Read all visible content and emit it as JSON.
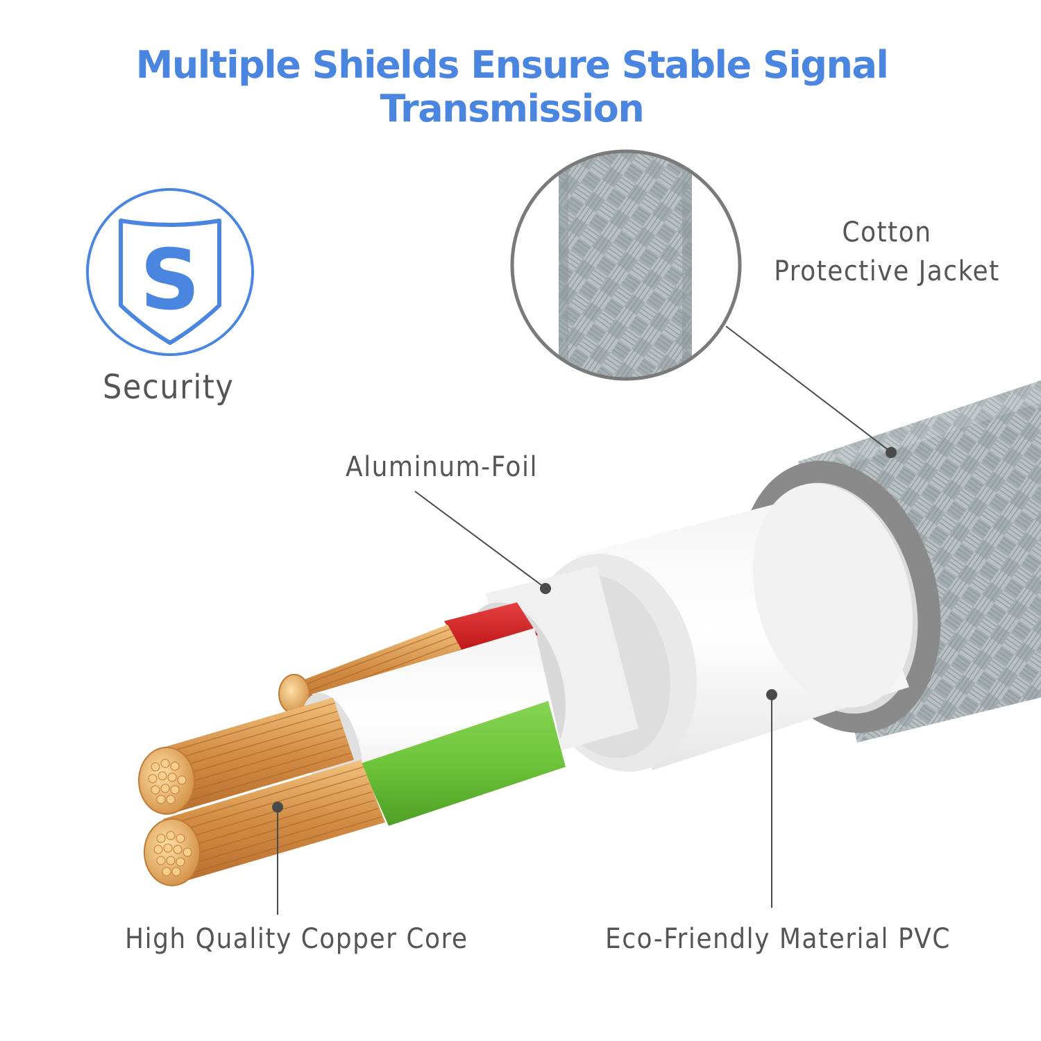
{
  "title": "Multiple Shields Ensure Stable Signal Transmission",
  "badge": {
    "icon": "shield-s-icon",
    "letter": "S",
    "caption": "Security"
  },
  "callouts": {
    "jacket_line1": "Cotton",
    "jacket_line2": "Protective Jacket",
    "foil": "Aluminum-Foil",
    "copper": "High Quality Copper Core",
    "pvc": "Eco-Friendly Material PVC"
  },
  "colors": {
    "accent": "#4a86e0",
    "text": "#555555",
    "braid": "#9aa4a8",
    "jacket_ring": "#828282",
    "copper": "#d9964f",
    "insulation_red": "#d21c1c",
    "insulation_green": "#6ec43a"
  }
}
